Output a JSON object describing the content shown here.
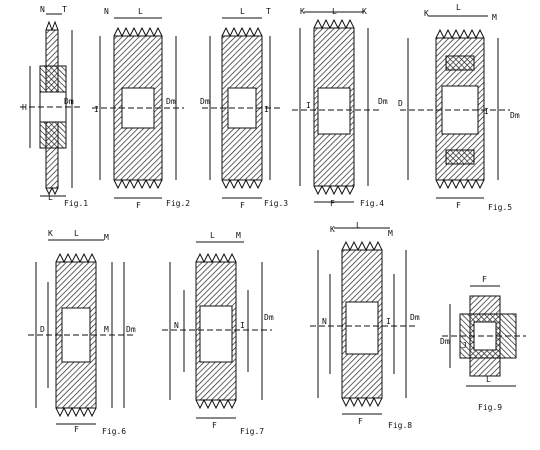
{
  "figures": [
    {
      "id": "fig1",
      "caption": "Fig.1",
      "labels": {
        "a": "N",
        "b": "T",
        "c": "H",
        "d": "Dm",
        "e": "L"
      }
    },
    {
      "id": "fig2",
      "caption": "Fig.2",
      "labels": {
        "a": "N",
        "b": "L",
        "c": "I",
        "d": "Dm",
        "e": "F"
      }
    },
    {
      "id": "fig3",
      "caption": "Fig.3",
      "labels": {
        "a": "L",
        "b": "T",
        "c": "Dm",
        "d": "I",
        "e": "F"
      }
    },
    {
      "id": "fig4",
      "caption": "Fig.4",
      "labels": {
        "a": "K",
        "b": "L",
        "c": "K",
        "d": "I",
        "e": "Dm",
        "f": "F"
      }
    },
    {
      "id": "fig5",
      "caption": "Fig.5",
      "labels": {
        "a": "K",
        "b": "L",
        "c": "M",
        "d": "D",
        "e": "I",
        "f": "Dm",
        "g": "F"
      }
    },
    {
      "id": "fig6",
      "caption": "Fig.6",
      "labels": {
        "a": "K",
        "b": "L",
        "c": "M",
        "d": "D",
        "e": "M",
        "f": "Dm",
        "g": "F"
      }
    },
    {
      "id": "fig7",
      "caption": "Fig.7",
      "labels": {
        "a": "L",
        "b": "M",
        "c": "N",
        "d": "I",
        "e": "Dm",
        "f": "F"
      }
    },
    {
      "id": "fig8",
      "caption": "Fig.8",
      "labels": {
        "a": "K",
        "b": "L",
        "c": "M",
        "d": "N",
        "e": "I",
        "f": "Dm",
        "g": "F"
      }
    },
    {
      "id": "fig9",
      "caption": "Fig.9",
      "labels": {
        "a": "F",
        "b": "Dm",
        "c": "J",
        "d": "L"
      }
    }
  ]
}
